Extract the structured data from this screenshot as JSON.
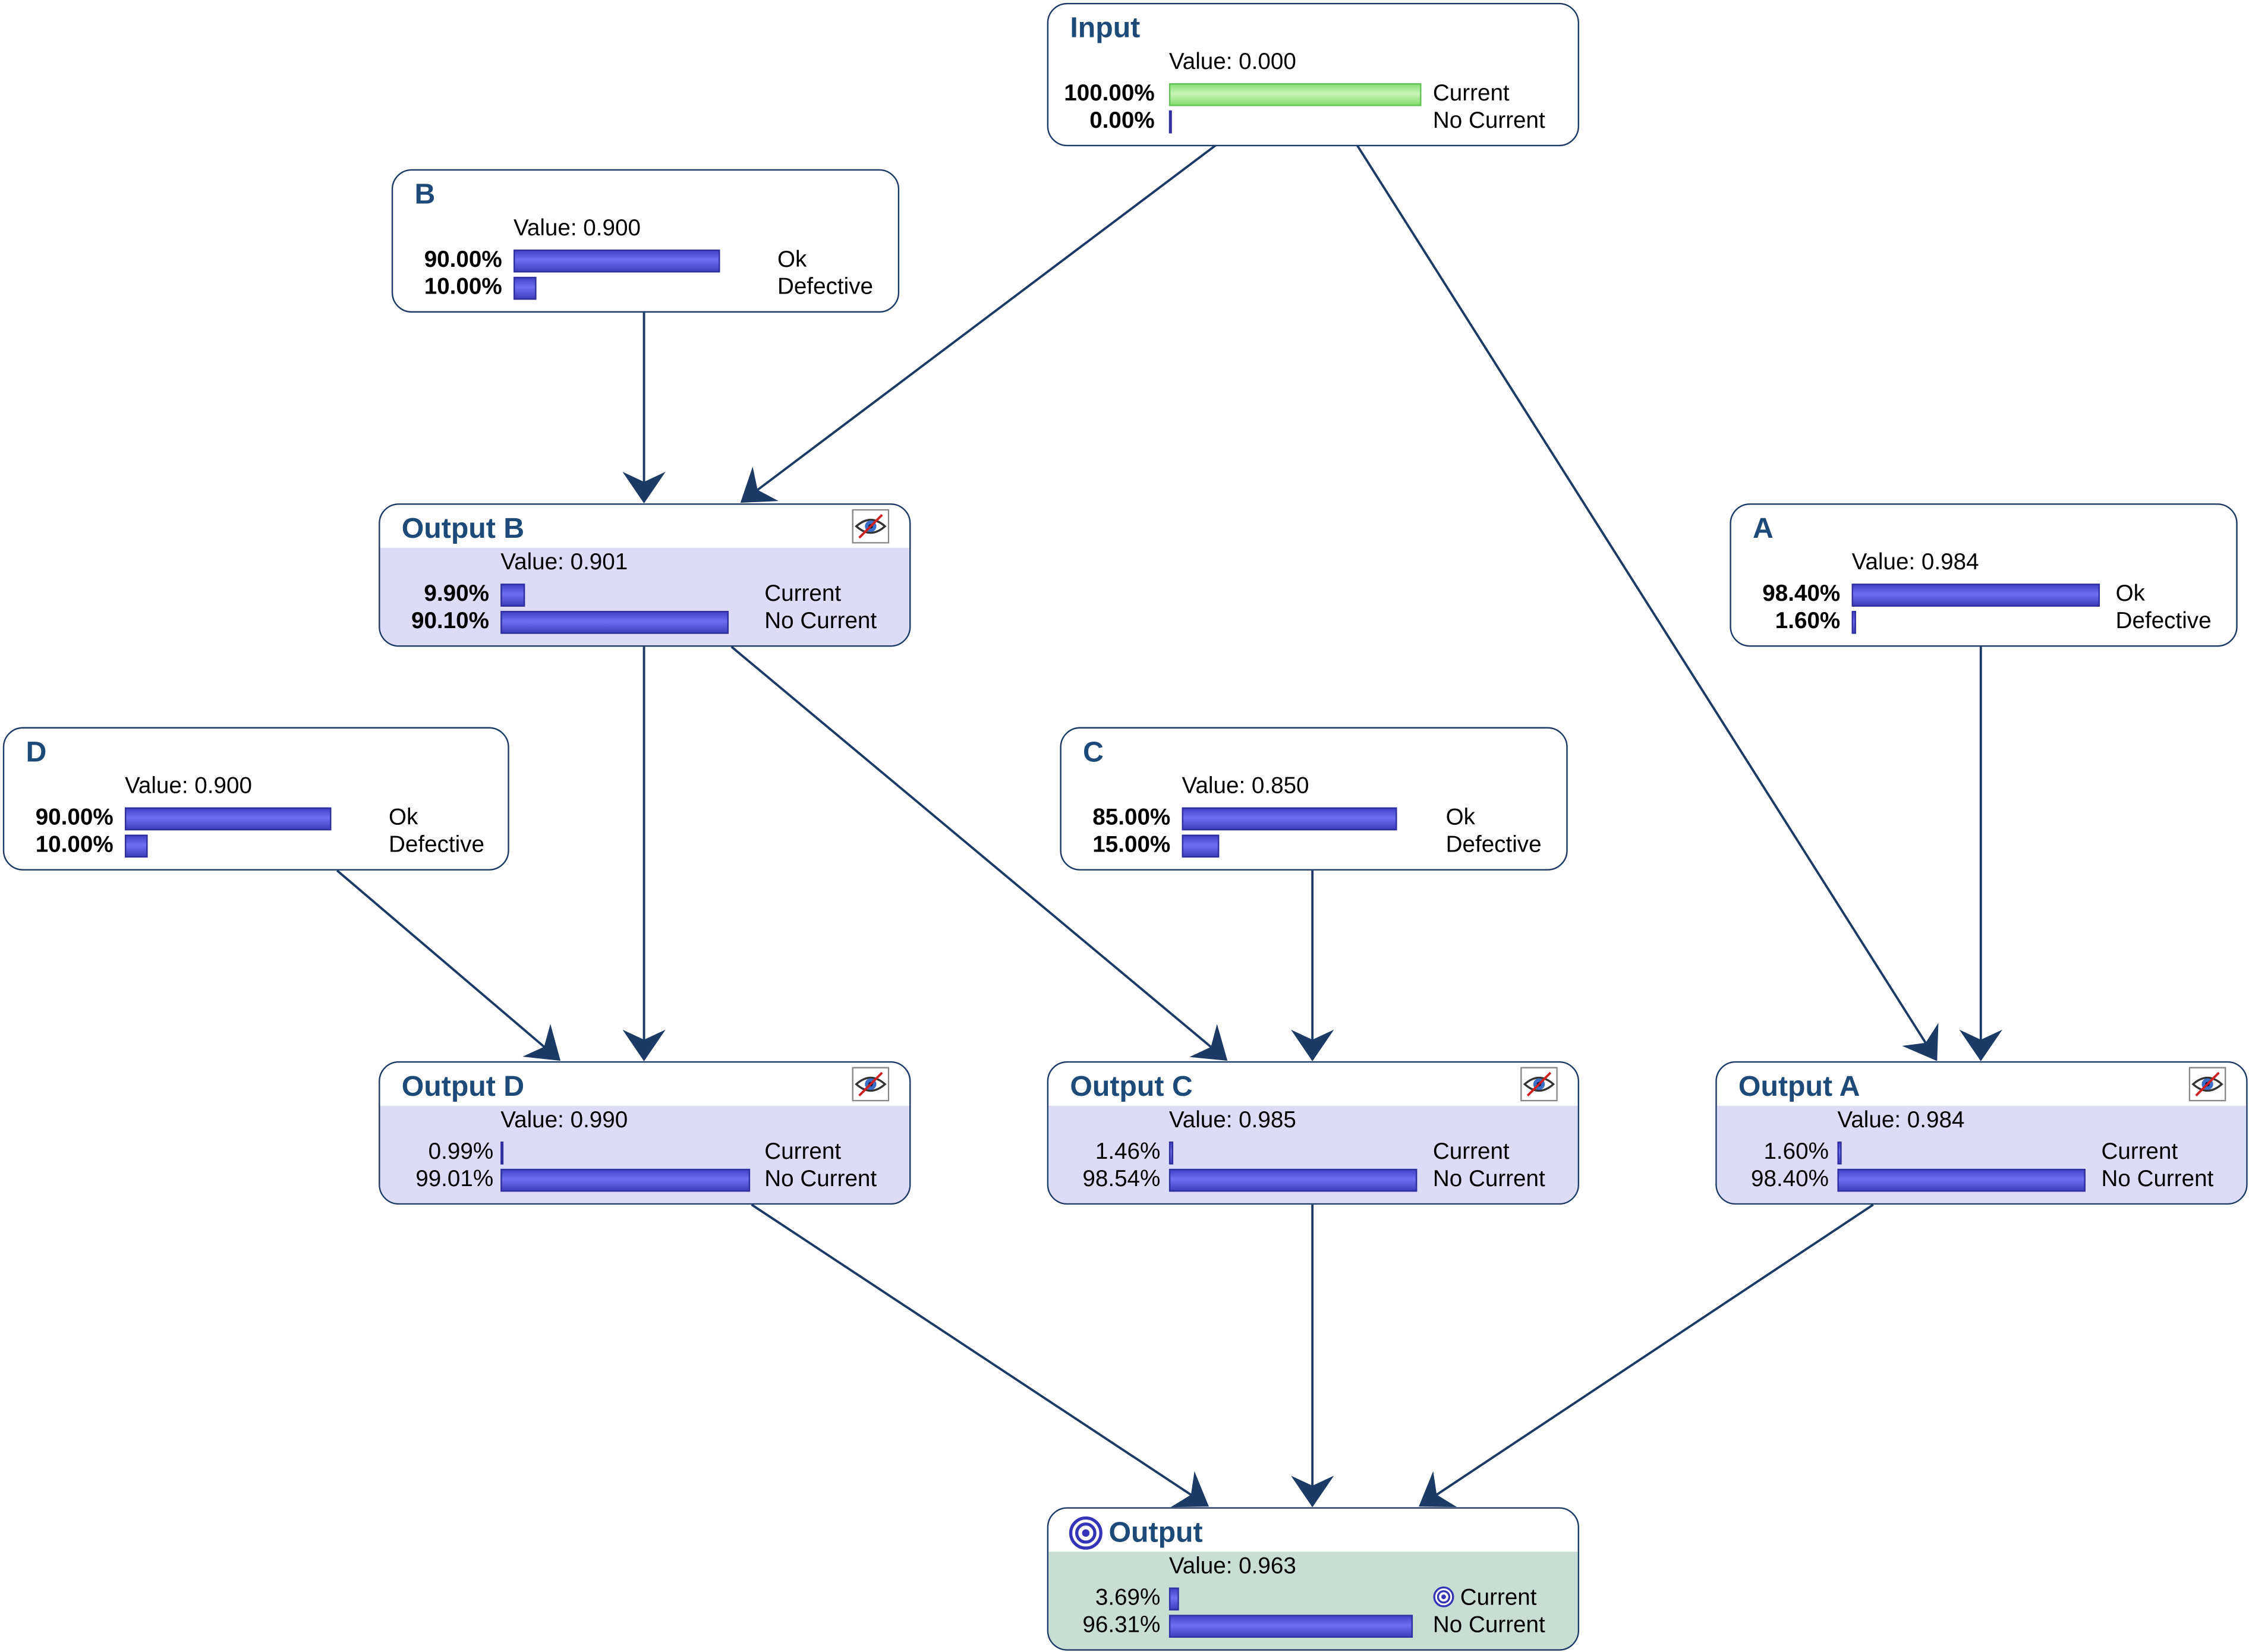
{
  "nodes": {
    "input": {
      "title": "Input",
      "value_text": "Value: 0.000",
      "states": [
        {
          "pct": "100.00%",
          "label": "Current",
          "p": 1.0
        },
        {
          "pct": "0.00%",
          "label": "No Current",
          "p": 0.0
        }
      ]
    },
    "b": {
      "title": "B",
      "value_text": "Value: 0.900",
      "states": [
        {
          "pct": "90.00%",
          "label": "Ok",
          "p": 0.9
        },
        {
          "pct": "10.00%",
          "label": "Defective",
          "p": 0.1
        }
      ]
    },
    "output_b": {
      "title": "Output B",
      "value_text": "Value: 0.901",
      "states": [
        {
          "pct": "9.90%",
          "label": "Current",
          "p": 0.099
        },
        {
          "pct": "90.10%",
          "label": "No Current",
          "p": 0.901
        }
      ]
    },
    "a": {
      "title": "A",
      "value_text": "Value: 0.984",
      "states": [
        {
          "pct": "98.40%",
          "label": "Ok",
          "p": 0.984
        },
        {
          "pct": "1.60%",
          "label": "Defective",
          "p": 0.016
        }
      ]
    },
    "d": {
      "title": "D",
      "value_text": "Value: 0.900",
      "states": [
        {
          "pct": "90.00%",
          "label": "Ok",
          "p": 0.9
        },
        {
          "pct": "10.00%",
          "label": "Defective",
          "p": 0.1
        }
      ]
    },
    "c": {
      "title": "C",
      "value_text": "Value: 0.850",
      "states": [
        {
          "pct": "85.00%",
          "label": "Ok",
          "p": 0.85
        },
        {
          "pct": "15.00%",
          "label": "Defective",
          "p": 0.15
        }
      ]
    },
    "output_d": {
      "title": "Output D",
      "value_text": "Value: 0.990",
      "states": [
        {
          "pct": "0.99%",
          "label": "Current",
          "p": 0.0099
        },
        {
          "pct": "99.01%",
          "label": "No Current",
          "p": 0.9901
        }
      ]
    },
    "output_c": {
      "title": "Output C",
      "value_text": "Value: 0.985",
      "states": [
        {
          "pct": "1.46%",
          "label": "Current",
          "p": 0.0146
        },
        {
          "pct": "98.54%",
          "label": "No Current",
          "p": 0.9854
        }
      ]
    },
    "output_a": {
      "title": "Output A",
      "value_text": "Value: 0.984",
      "states": [
        {
          "pct": "1.60%",
          "label": "Current",
          "p": 0.016
        },
        {
          "pct": "98.40%",
          "label": "No Current",
          "p": 0.984
        }
      ]
    },
    "output": {
      "title": "Output",
      "value_text": "Value: 0.963",
      "states": [
        {
          "pct": "3.69%",
          "label": "Current",
          "p": 0.0369
        },
        {
          "pct": "96.31%",
          "label": "No Current",
          "p": 0.9631
        }
      ]
    }
  },
  "colors": {
    "node_border": "#1b3a66",
    "title_text": "#1e4a7a",
    "bar_blue": "#4a4ad6",
    "bar_green": "#a6e896",
    "hidden_node_fill": "#dcdcf7",
    "target_node_fill": "#c8ded2",
    "edge": "#1b3a66"
  },
  "icons": {
    "hidden": "eye-slash-icon",
    "target": "target-icon"
  }
}
